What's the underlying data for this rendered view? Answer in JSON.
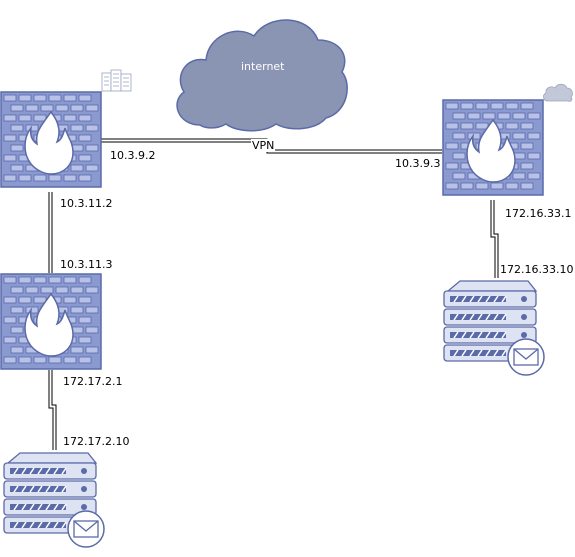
{
  "cloud": {
    "label": "internet"
  },
  "vpn_link": {
    "label": "VPN"
  },
  "firewall_left": {
    "wan_ip": "10.3.9.2",
    "lan_ip": "10.3.11.2",
    "site_icon": "office-buildings-icon"
  },
  "firewall_right": {
    "wan_ip": "10.3.9.3",
    "lan_ip": "172.16.33.1",
    "site_icon": "cloud-icon"
  },
  "firewall_inner": {
    "upstream_ip": "10.3.11.3",
    "lan_ip": "172.17.2.1"
  },
  "server_left": {
    "ip": "172.17.2.10",
    "icon": "mail-server-icon"
  },
  "server_right": {
    "ip": "172.16.33.10",
    "icon": "mail-server-icon"
  },
  "colors": {
    "wall_fill": "#8a9ad0",
    "wall_brick": "#b7c2e6",
    "wall_stroke": "#5b6aa8",
    "cloud_fill": "#8a94b3",
    "server_fill": "#dde3f3",
    "server_stroke": "#5b6aa8"
  }
}
